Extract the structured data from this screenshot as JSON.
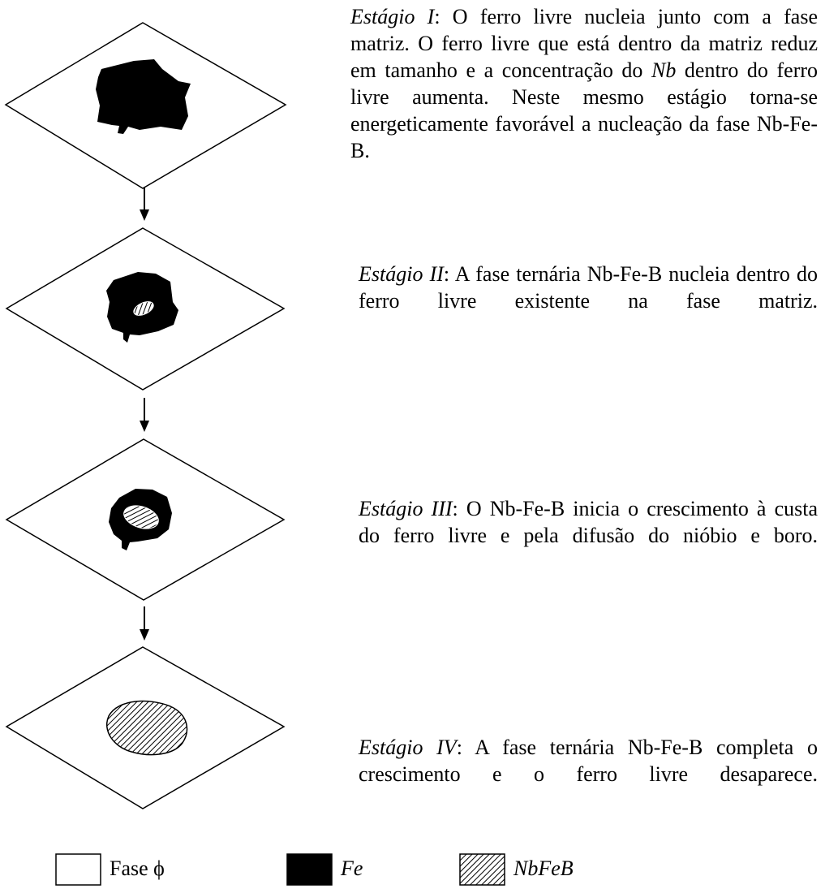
{
  "stages": [
    {
      "name": "Estágio I",
      "text": ": O ferro livre nucleia junto com a fase matriz. O ferro livre que está dentro da matriz reduz em tamanho e a concentração do Nb dentro do ferro livre aumenta. Neste mesmo estágio torna-se energeticamente favorável a nucleação da fase Nb-Fe-B."
    },
    {
      "name": "Estágio II",
      "text": ": A fase ternária Nb-Fe-B nucleia dentro do ferro livre existente na fase matriz."
    },
    {
      "name": "Estágio III",
      "text": ": O Nb-Fe-B inicia o crescimento à custa do ferro livre e pela difusão do nióbio e boro."
    },
    {
      "name": "Estágio IV",
      "text": ": A fase ternária Nb-Fe-B completa o crescimento e o ferro livre desaparece."
    }
  ],
  "legend": [
    {
      "label": "Fase ϕ",
      "fill": "#ffffff",
      "pattern": false
    },
    {
      "label": "Fe",
      "fill": "#000000",
      "pattern": false
    },
    {
      "label": "NbFeB",
      "fill": "#ffffff",
      "pattern": true
    }
  ],
  "colors": {
    "iron": "#000000",
    "matrix": "#ffffff",
    "nbfeb_hatch": "#000000"
  }
}
